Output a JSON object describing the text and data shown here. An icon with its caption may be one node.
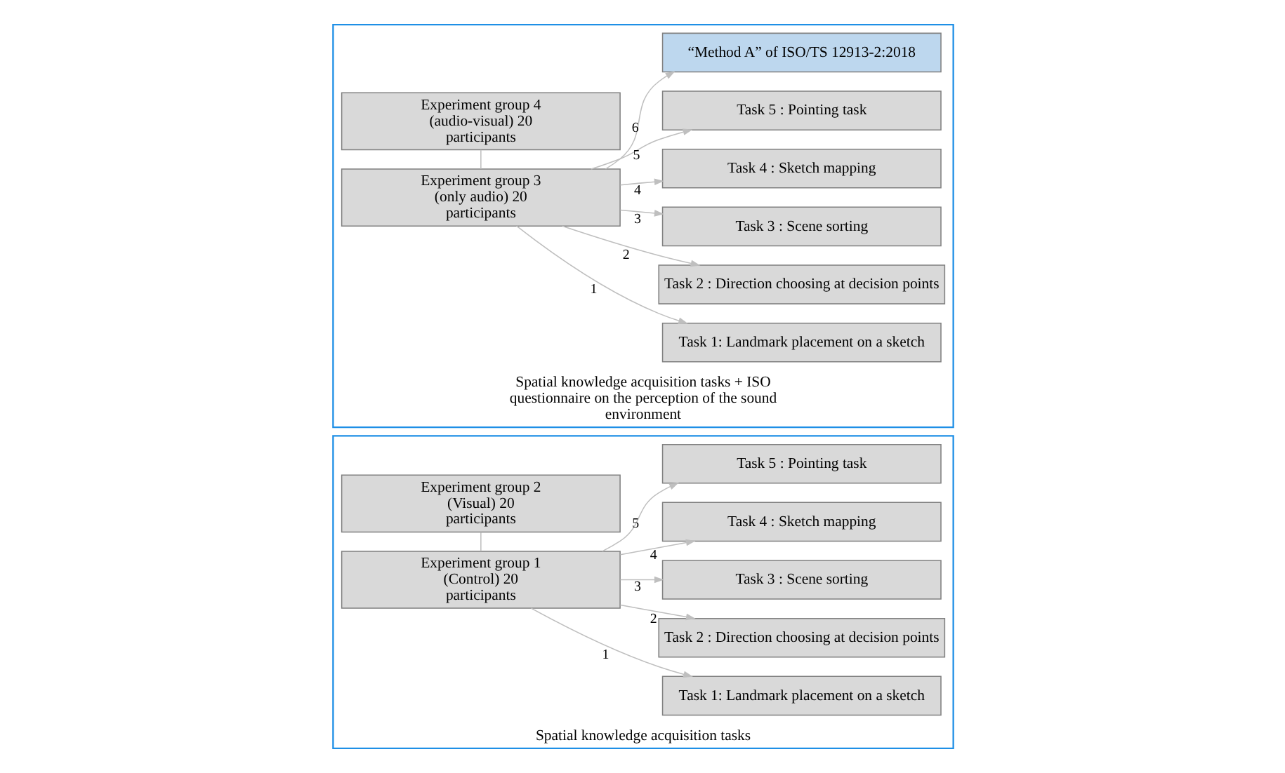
{
  "diagram": {
    "nodes": [
      {
        "text": [
          "Spatial knowledge acquisition tasks"
        ]
      },
      {
        "text": [
          "Experiment group 1 (Control) 20 participants"
        ],
        "in": 0
      },
      {
        "text": [
          "Experiment group 2 (Visual) 20 participants"
        ],
        "in": 0
      },
      {
        "text": [
          "Task 1: Landmark placement on a sketch"
        ],
        "in": 0
      },
      {
        "text": [
          "Task 2 : Direction choosing at decision points"
        ],
        "in": 0
      },
      {
        "text": [
          "Task 3 : Scene sorting"
        ],
        "in": 0
      },
      {
        "text": [
          "Task 4 : Sketch mapping"
        ],
        "in": 0
      },
      {
        "text": [
          "Task 5 : Pointing task"
        ],
        "in": 0
      },
      {
        "text": [
          "Spatial knowledge acquisition tasks + ISO questionnaire on the perception of the sound environment"
        ]
      },
      {
        "text": [
          "Experiment group 3 (only audio) 20 participants"
        ],
        "in": 8
      },
      {
        "text": [
          "Experiment group 4 (audio-visual) 20 participants"
        ],
        "in": 8
      },
      {
        "text": [
          "Task 1: Landmark placement on a sketch"
        ],
        "in": 8
      },
      {
        "text": [
          "Task 2 : Direction choosing at decision points"
        ],
        "in": 8
      },
      {
        "text": [
          "Task 3 : Scene sorting"
        ],
        "in": 8
      },
      {
        "text": [
          "Task 4 : Sketch mapping"
        ],
        "in": 8
      },
      {
        "text": [
          "Task 5 : Pointing task"
        ],
        "in": 8
      },
      {
        "text": [
          "“Method A” of ISO/TS 12913-2:2018"
        ],
        "in": 8
      }
    ],
    "edges": [
      {
        "from": 1,
        "to": 2,
        "arrow": "none"
      },
      {
        "from": 1,
        "to": 3,
        "arrow": "to",
        "label": "1"
      },
      {
        "from": 1,
        "to": 4,
        "arrow": "to",
        "label": "2"
      },
      {
        "from": 1,
        "to": 5,
        "arrow": "to",
        "label": "3"
      },
      {
        "from": 1,
        "to": 6,
        "arrow": "to",
        "label": "4"
      },
      {
        "from": 1,
        "to": 7,
        "arrow": "to",
        "label": "5"
      },
      {
        "from": 9,
        "to": 10,
        "arrow": "none"
      },
      {
        "from": 9,
        "to": 11,
        "arrow": "to",
        "label": "1"
      },
      {
        "from": 9,
        "to": 12,
        "arrow": "to",
        "label": "2"
      },
      {
        "from": 9,
        "to": 13,
        "arrow": "to",
        "label": "3"
      },
      {
        "from": 9,
        "to": 14,
        "arrow": "to",
        "label": "4"
      },
      {
        "from": 9,
        "to": 15,
        "arrow": "to",
        "label": "5"
      },
      {
        "from": 9,
        "to": 16,
        "arrow": "to",
        "label": "6"
      }
    ]
  }
}
